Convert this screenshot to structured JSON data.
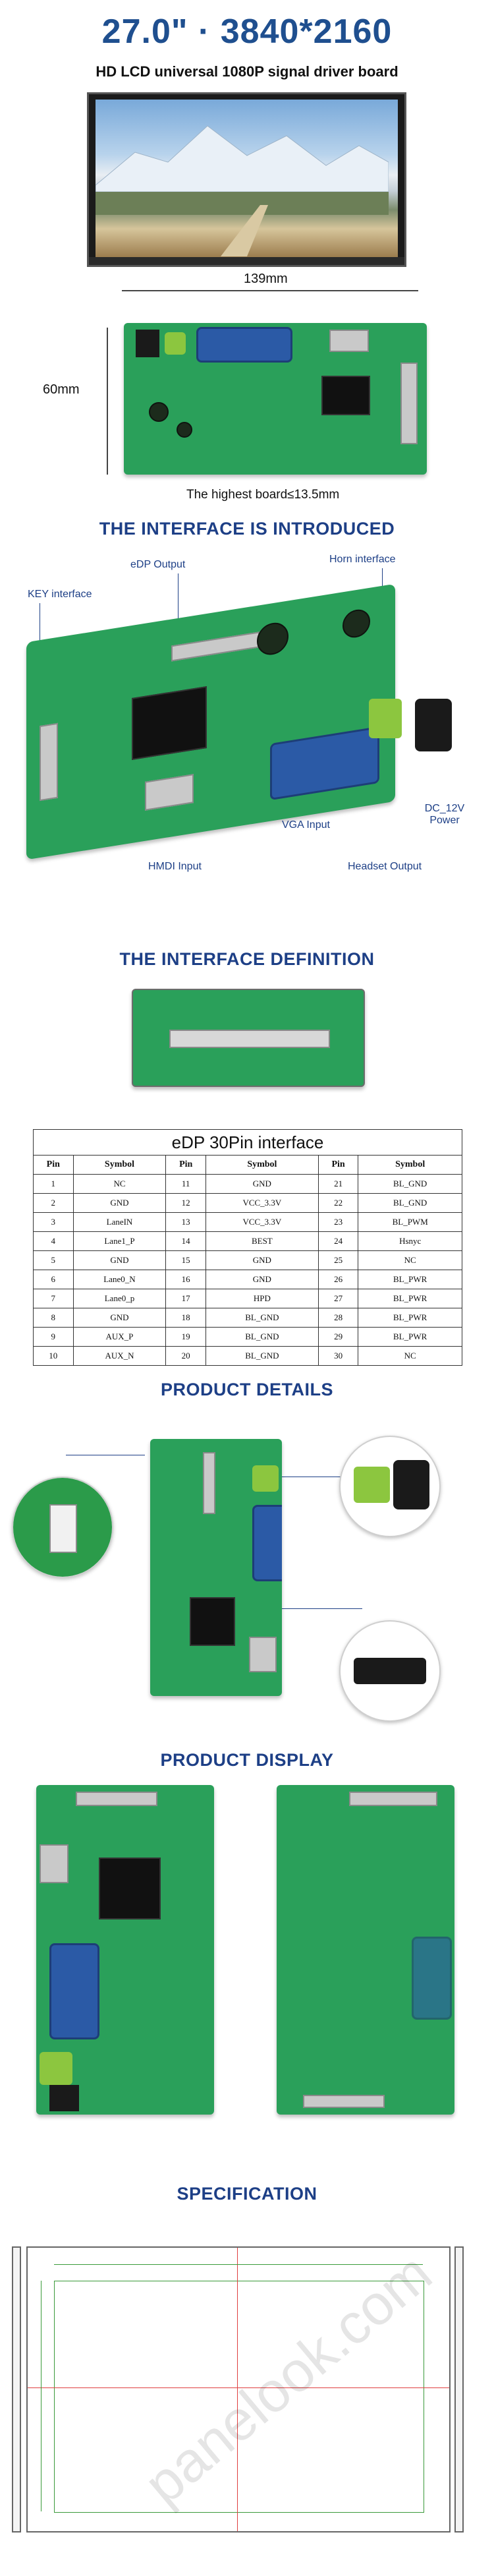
{
  "header": {
    "title": "27.0\" · 3840*2160",
    "subtitle": "HD LCD universal 1080P signal driver board"
  },
  "dimensions": {
    "width": "139mm",
    "height": "60mm",
    "thickness_note": "The highest board≤13.5mm"
  },
  "sections": {
    "interface_intro": "THE INTERFACE IS INTRODUCED",
    "interface_definition": "THE INTERFACE DEFINITION",
    "product_details": "PRODUCT DETAILS",
    "product_display": "PRODUCT DISPLAY",
    "specification": "SPECIFICATION"
  },
  "interface_labels": {
    "edp_output": "eDP Output",
    "horn_interface": "Horn interface",
    "key_interface": "KEY interface",
    "dc_power": "DC_12V Power",
    "vga_input": "VGA Input",
    "hdmi_input": "HMDI Input",
    "headset_output": "Headset Output"
  },
  "pin_table": {
    "caption": "eDP 30Pin interface",
    "headers": [
      "Pin",
      "Symbol",
      "Pin",
      "Symbol",
      "Pin",
      "Symbol"
    ],
    "rows": [
      [
        "1",
        "NC",
        "11",
        "GND",
        "21",
        "BL_GND"
      ],
      [
        "2",
        "GND",
        "12",
        "VCC_3.3V",
        "22",
        "BL_GND"
      ],
      [
        "3",
        "LaneIN",
        "13",
        "VCC_3.3V",
        "23",
        "BL_PWM"
      ],
      [
        "4",
        "Lane1_P",
        "14",
        "BEST",
        "24",
        "Hsnyc"
      ],
      [
        "5",
        "GND",
        "15",
        "GND",
        "25",
        "NC"
      ],
      [
        "6",
        "Lane0_N",
        "16",
        "GND",
        "26",
        "BL_PWR"
      ],
      [
        "7",
        "Lane0_p",
        "17",
        "HPD",
        "27",
        "BL_PWR"
      ],
      [
        "8",
        "GND",
        "18",
        "BL_GND",
        "28",
        "BL_PWR"
      ],
      [
        "9",
        "AUX_P",
        "19",
        "BL_GND",
        "29",
        "BL_PWR"
      ],
      [
        "10",
        "AUX_N",
        "20",
        "BL_GND",
        "30",
        "NC"
      ]
    ]
  },
  "watermark": "panelook.com",
  "colors": {
    "title_blue": "#1f4f8f",
    "section_blue": "#1d3f86",
    "pcb_green": "#2aa05a",
    "vga_blue": "#2b5aa6"
  }
}
